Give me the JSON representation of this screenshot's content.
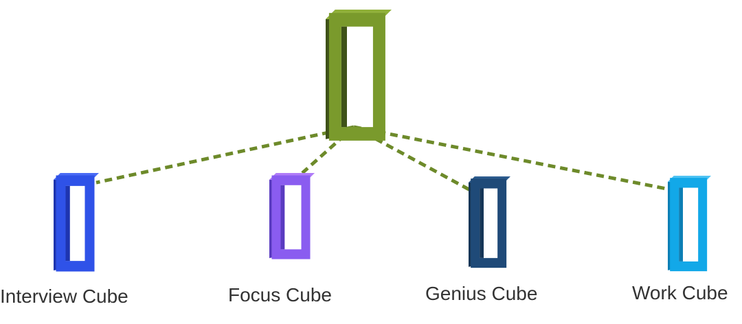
{
  "diagram": {
    "root": {
      "name": "root-cube",
      "colors": {
        "front": "#7a9a2c",
        "side": "#3f5218",
        "top": "#90b03a",
        "hole": "#ffffff"
      }
    },
    "children": [
      {
        "label": "Interview Cube",
        "colors": {
          "front": "#2f52e8",
          "side": "#1e35b0",
          "top": "#4a6bf5"
        }
      },
      {
        "label": "Focus Cube",
        "colors": {
          "front": "#8a5cf0",
          "side": "#5a3bc0",
          "top": "#b07bf8"
        }
      },
      {
        "label": "Genius Cube",
        "colors": {
          "front": "#1f4a78",
          "side": "#163657",
          "top": "#2d5c8e"
        }
      },
      {
        "label": "Work Cube",
        "colors": {
          "front": "#12a8e8",
          "side": "#0c7fb5",
          "top": "#4fc3f3"
        }
      }
    ],
    "connector_color": "#6d8a2a"
  }
}
